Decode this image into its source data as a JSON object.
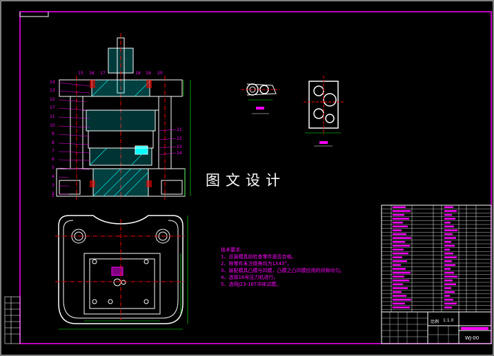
{
  "watermark": "图文设计",
  "part_labels_left": [
    "14",
    "13",
    "12",
    "17",
    "11",
    "10",
    "9",
    "8",
    "7",
    "6",
    "5",
    "4",
    "3",
    "2",
    "1"
  ],
  "part_labels_top": [
    "15",
    "16",
    "17",
    "18",
    "19",
    "20"
  ],
  "part_labels_right": [
    "21",
    "22",
    "23",
    "24"
  ],
  "notes": {
    "title": "技术要求:",
    "items": [
      "1、总装模具前检查零件是否合格。",
      "2、除零件未注倒角均为1X45°。",
      "3、装配模具凸模与凹模，凸模之凸凹模应用的间隙均匀。",
      "4、选择16号压力机进行。",
      "5、选用J23-16T冲床试模。"
    ]
  },
  "title_block": {
    "scale_label": "比例",
    "scale_value": "1:1.0",
    "drawing_no": "WJ-00"
  },
  "colors": {
    "frame": "#ffffff",
    "border": "#ff00ff",
    "outline": "#ffffff",
    "centerline": "#ff0000",
    "hatch": "#00ffff",
    "dimension": "#00ff00",
    "highlight": "#ff00ff"
  }
}
